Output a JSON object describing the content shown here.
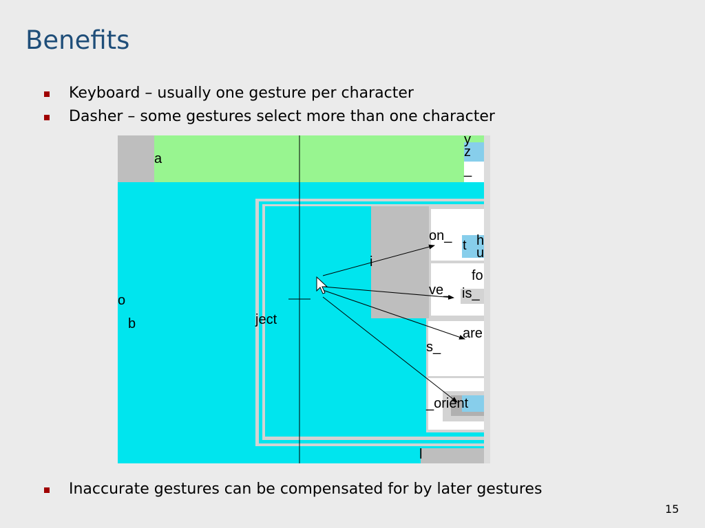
{
  "slide": {
    "title": "Benefits",
    "page_number": "15"
  },
  "bullets": [
    "Keyboard – usually one gesture per character",
    "Dasher – some gestures select more than one character",
    "Inaccurate gestures can be compensated for by later gestures"
  ],
  "colors": {
    "title": "#1f4e79",
    "bullet_marker": "#a00000",
    "dasher_cyan": "#00e5ee",
    "dasher_green": "#98f590",
    "dasher_gray": "#bebebe",
    "dasher_blue": "#87ceeb"
  },
  "dasher": {
    "labels": {
      "a": "a",
      "y": "y",
      "z": "z",
      "space_top": "_",
      "o": "o",
      "b": "b",
      "ject": "ject",
      "i": "i",
      "on": "on_",
      "t": "t",
      "h": "h",
      "u": "u",
      "fo": "fo",
      "ve": "ve_",
      "is": "is_",
      "are": "are",
      "s": "s_",
      "orient": "_orient",
      "l": "l"
    }
  }
}
